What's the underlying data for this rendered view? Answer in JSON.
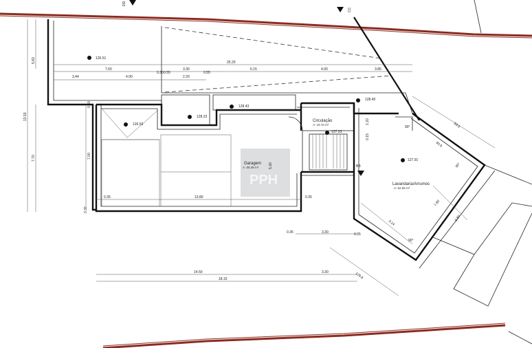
{
  "rooms": {
    "garagem": {
      "name": "Garagem",
      "area": "A: 86.09 m²"
    },
    "circulacao": {
      "name": "Circulação",
      "area": "A: 19.70 m²"
    },
    "lavandaria": {
      "name": "Lavandaria/Arrumos",
      "area": "A: 52.55 m²"
    }
  },
  "levels": {
    "l1": "126.51",
    "l2": "126.53",
    "l3": "128.23",
    "l4": "128.43",
    "l5": "128.45",
    "l6": "127.23",
    "l7": "127.91"
  },
  "section_marks": {
    "top_left": "DD",
    "top_mid": "CC",
    "right_bb": "BB"
  },
  "dims": {
    "top_total": "25.20",
    "top_row": [
      "7.60",
      "0.30",
      "0.55",
      "3.30",
      "0.55",
      "6.15",
      "4.00",
      "3.85"
    ],
    "mid_row": [
      "3.44",
      "4.00",
      "2.20"
    ],
    "left_vertical": [
      "13.53",
      "5.83",
      "7.70"
    ],
    "inner_vertical": [
      "7.00",
      "0.30",
      "0.36"
    ],
    "garage_bottom": [
      "0.35",
      "13.80",
      "0.35"
    ],
    "garage_height": "5.30",
    "circ_dims": [
      "1.20",
      "0.15"
    ],
    "right_row": [
      "0.35",
      "3.30",
      "0.35"
    ],
    "bottom_row": [
      "14.50",
      "3.30"
    ],
    "bottom_total": "18.15",
    "diag": [
      "59.9",
      "90.9",
      "7.80",
      "3.14",
      "6.80",
      "90°",
      "90°",
      "129.9",
      "90°"
    ]
  },
  "watermark": "PPH"
}
